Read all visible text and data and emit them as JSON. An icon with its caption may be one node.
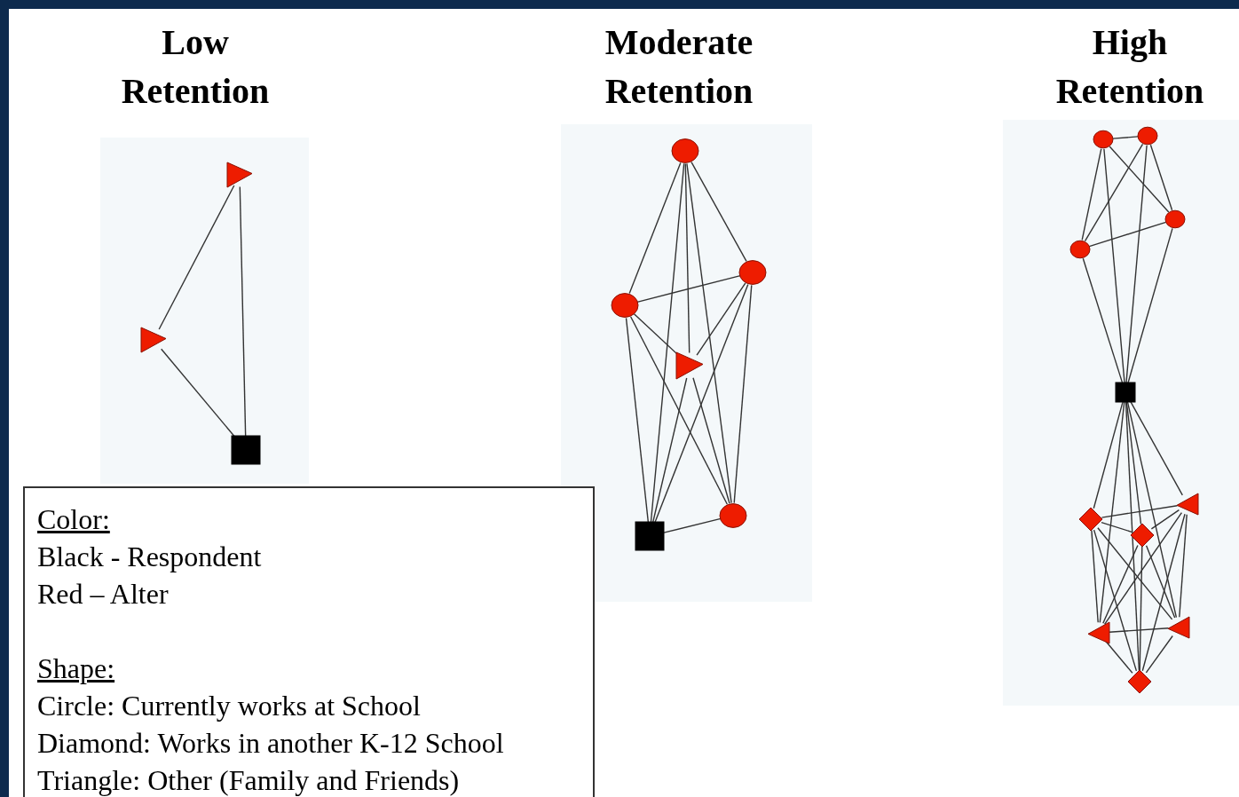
{
  "diagram": {
    "nodes": [
      {
        "text": [],
        "shape": "triangle"
      },
      {
        "text": [],
        "shape": "triangle"
      },
      {
        "text": [],
        "shape": "square"
      },
      {
        "text": [],
        "shape": "circle"
      },
      {
        "text": [],
        "shape": "circle"
      },
      {
        "text": [],
        "shape": "circle"
      },
      {
        "text": [],
        "shape": "triangle"
      },
      {
        "text": [],
        "shape": "circle"
      },
      {
        "text": [],
        "shape": "square"
      },
      {
        "text": [],
        "shape": "circle"
      },
      {
        "text": [],
        "shape": "circle"
      },
      {
        "text": [],
        "shape": "circle"
      },
      {
        "text": [],
        "shape": "circle"
      },
      {
        "text": [],
        "shape": "square"
      },
      {
        "text": [],
        "shape": "diamond"
      },
      {
        "text": [],
        "shape": "triangle"
      },
      {
        "text": [],
        "shape": "diamond"
      },
      {
        "text": [],
        "shape": "triangle"
      },
      {
        "text": [],
        "shape": "triangle"
      },
      {
        "text": [],
        "shape": "diamond"
      }
    ],
    "edges": [
      {
        "from": 0,
        "to": 1,
        "arrow": "none"
      },
      {
        "from": 0,
        "to": 2,
        "arrow": "none"
      },
      {
        "from": 1,
        "to": 2,
        "arrow": "none"
      },
      {
        "from": 3,
        "to": 4,
        "arrow": "none"
      },
      {
        "from": 3,
        "to": 5,
        "arrow": "none"
      },
      {
        "from": 3,
        "to": 6,
        "arrow": "none"
      },
      {
        "from": 3,
        "to": 7,
        "arrow": "none"
      },
      {
        "from": 3,
        "to": 8,
        "arrow": "none"
      },
      {
        "from": 4,
        "to": 5,
        "arrow": "none"
      },
      {
        "from": 4,
        "to": 6,
        "arrow": "none"
      },
      {
        "from": 4,
        "to": 7,
        "arrow": "none"
      },
      {
        "from": 4,
        "to": 8,
        "arrow": "none"
      },
      {
        "from": 5,
        "to": 6,
        "arrow": "none"
      },
      {
        "from": 5,
        "to": 7,
        "arrow": "none"
      },
      {
        "from": 5,
        "to": 8,
        "arrow": "none"
      },
      {
        "from": 6,
        "to": 7,
        "arrow": "none"
      },
      {
        "from": 6,
        "to": 8,
        "arrow": "none"
      },
      {
        "from": 7,
        "to": 8,
        "arrow": "none"
      },
      {
        "from": 9,
        "to": 10,
        "arrow": "none"
      },
      {
        "from": 9,
        "to": 11,
        "arrow": "none"
      },
      {
        "from": 9,
        "to": 12,
        "arrow": "none"
      },
      {
        "from": 9,
        "to": 13,
        "arrow": "none"
      },
      {
        "from": 10,
        "to": 11,
        "arrow": "none"
      },
      {
        "from": 10,
        "to": 12,
        "arrow": "none"
      },
      {
        "from": 10,
        "to": 13,
        "arrow": "none"
      },
      {
        "from": 11,
        "to": 12,
        "arrow": "none"
      },
      {
        "from": 11,
        "to": 13,
        "arrow": "none"
      },
      {
        "from": 12,
        "to": 13,
        "arrow": "none"
      },
      {
        "from": 13,
        "to": 14,
        "arrow": "none"
      },
      {
        "from": 13,
        "to": 15,
        "arrow": "none"
      },
      {
        "from": 13,
        "to": 16,
        "arrow": "none"
      },
      {
        "from": 13,
        "to": 17,
        "arrow": "none"
      },
      {
        "from": 13,
        "to": 18,
        "arrow": "none"
      },
      {
        "from": 13,
        "to": 19,
        "arrow": "none"
      },
      {
        "from": 14,
        "to": 15,
        "arrow": "none"
      },
      {
        "from": 14,
        "to": 16,
        "arrow": "none"
      },
      {
        "from": 14,
        "to": 17,
        "arrow": "none"
      },
      {
        "from": 14,
        "to": 18,
        "arrow": "none"
      },
      {
        "from": 14,
        "to": 19,
        "arrow": "none"
      },
      {
        "from": 15,
        "to": 16,
        "arrow": "none"
      },
      {
        "from": 15,
        "to": 17,
        "arrow": "none"
      },
      {
        "from": 15,
        "to": 18,
        "arrow": "none"
      },
      {
        "from": 15,
        "to": 19,
        "arrow": "none"
      },
      {
        "from": 16,
        "to": 17,
        "arrow": "none"
      },
      {
        "from": 16,
        "to": 18,
        "arrow": "none"
      },
      {
        "from": 16,
        "to": 19,
        "arrow": "none"
      },
      {
        "from": 17,
        "to": 18,
        "arrow": "none"
      },
      {
        "from": 17,
        "to": 19,
        "arrow": "none"
      },
      {
        "from": 18,
        "to": 19,
        "arrow": "none"
      }
    ],
    "labels": [
      "Low Retention",
      "Moderate Retention",
      "High Retention",
      "Color:",
      "Black - Respondent",
      "Red – Alter",
      "Shape:",
      "Circle: Currently works at School",
      "Diamond: Works in another K-12 School",
      "Triangle: Other (Family and Friends)"
    ]
  }
}
